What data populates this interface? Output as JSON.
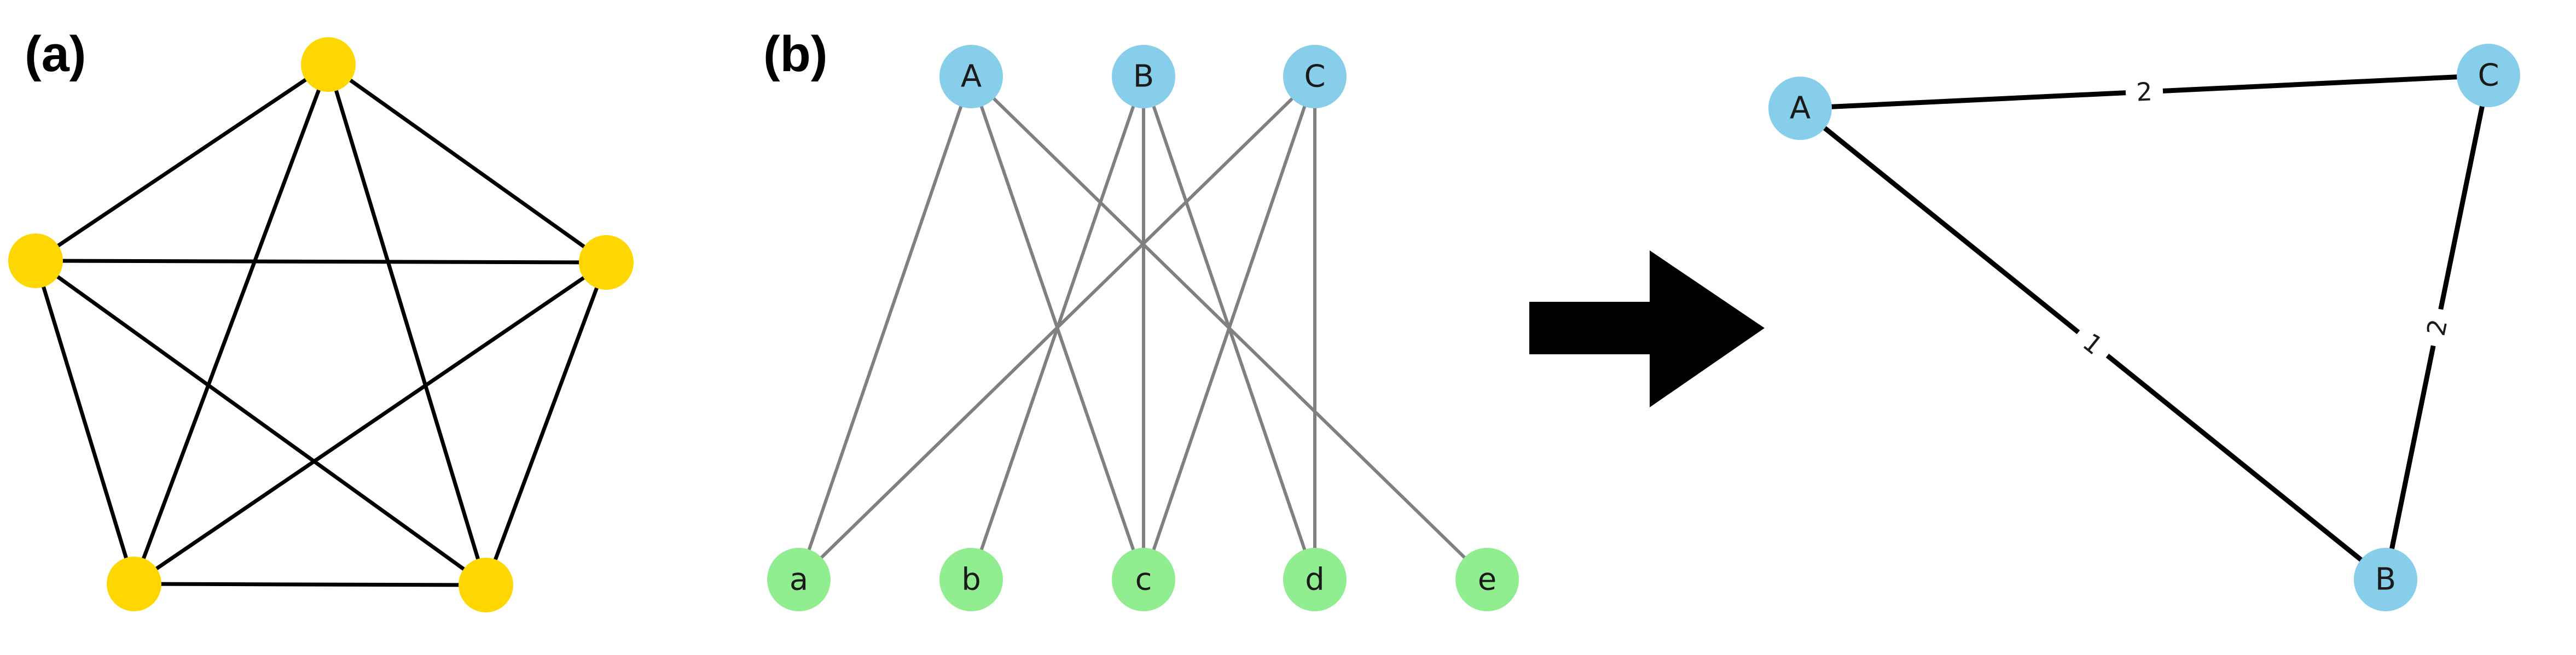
{
  "panels": {
    "a": {
      "label": "(a)"
    },
    "b": {
      "label": "(b)"
    }
  },
  "colors": {
    "complete_node": "#FFD700",
    "top_node": "#87CEEB",
    "bottom_node": "#90EE90",
    "black_edge": "#000000",
    "gray_edge": "#808080",
    "arrow": "#000000"
  },
  "complete_graph": {
    "node_count": 5,
    "edges": [
      [
        0,
        1
      ],
      [
        0,
        2
      ],
      [
        0,
        3
      ],
      [
        0,
        4
      ],
      [
        1,
        2
      ],
      [
        1,
        3
      ],
      [
        1,
        4
      ],
      [
        2,
        3
      ],
      [
        2,
        4
      ],
      [
        3,
        4
      ]
    ]
  },
  "bipartite": {
    "top": [
      "A",
      "B",
      "C"
    ],
    "bottom": [
      "a",
      "b",
      "c",
      "d",
      "e"
    ],
    "edges": [
      [
        "A",
        "a"
      ],
      [
        "A",
        "c"
      ],
      [
        "A",
        "e"
      ],
      [
        "B",
        "b"
      ],
      [
        "B",
        "c"
      ],
      [
        "B",
        "d"
      ],
      [
        "C",
        "a"
      ],
      [
        "C",
        "c"
      ],
      [
        "C",
        "d"
      ]
    ]
  },
  "arrow": {
    "icon": "right-arrow-icon"
  },
  "projection": {
    "nodes": [
      "A",
      "B",
      "C"
    ],
    "edges": [
      {
        "source": "A",
        "target": "C",
        "weight": "2"
      },
      {
        "source": "A",
        "target": "B",
        "weight": "1"
      },
      {
        "source": "C",
        "target": "B",
        "weight": "2"
      }
    ]
  }
}
